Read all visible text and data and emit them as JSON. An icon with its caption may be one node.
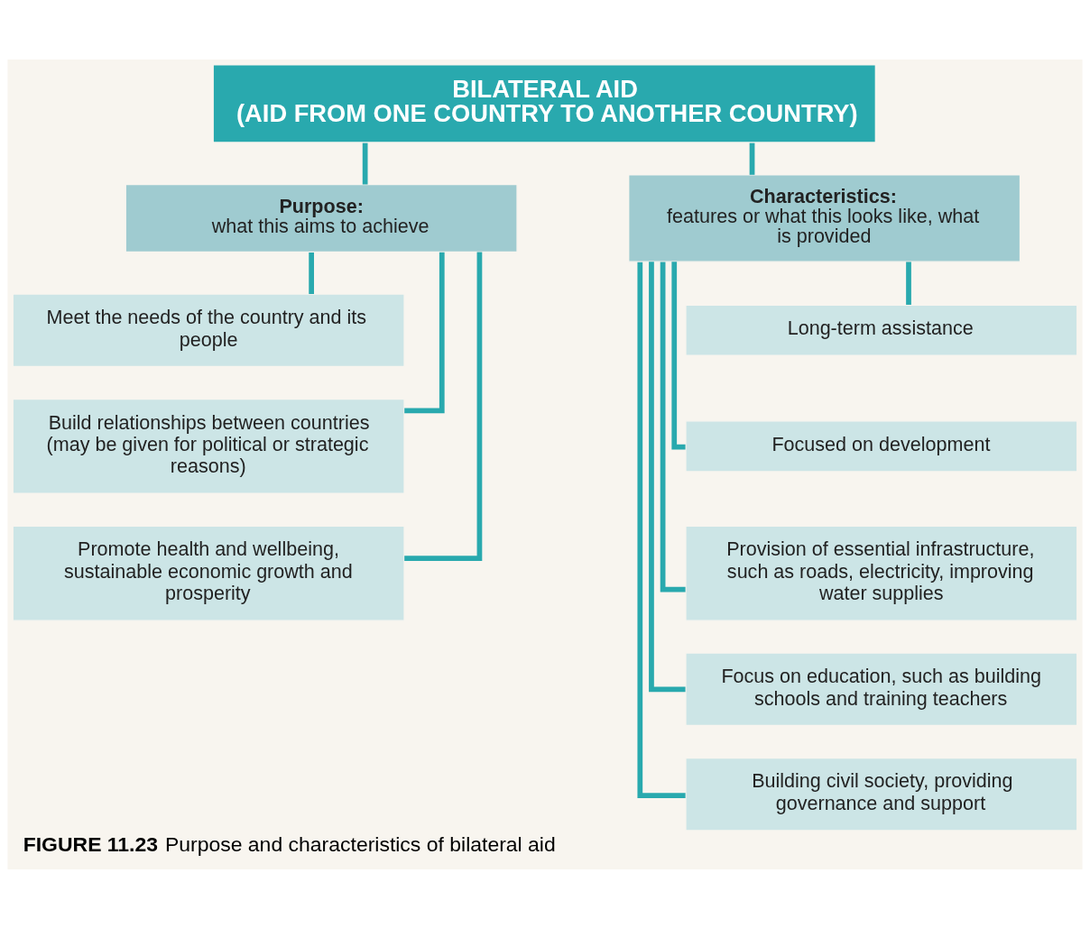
{
  "diagram": {
    "caption": "**FIGURE 11.23** Purpose and characteristics of bilateral aid",
    "nodes": [
      {
        "text": [
          "BILATERAL AID",
          "(AID FROM ONE COUNTRY TO ANOTHER COUNTRY)"
        ]
      },
      {
        "text": [
          "Purpose:",
          "what this aims to achieve"
        ]
      },
      {
        "text": [
          "Characteristics:",
          "features or what this looks like, what is provided"
        ]
      },
      {
        "text": [
          "Meet the needs of the country and its people"
        ]
      },
      {
        "text": [
          "Build relationships between countries (may be given for political or strategic reasons)"
        ]
      },
      {
        "text": [
          "Promote health and wellbeing, sustainable economic growth and prosperity"
        ]
      },
      {
        "text": [
          "Long-term assistance"
        ]
      },
      {
        "text": [
          "Focused on development"
        ]
      },
      {
        "text": [
          "Provision of essential infrastructure, such as roads, electricity, improving water supplies"
        ]
      },
      {
        "text": [
          "Focus on education, such as building schools and training teachers"
        ]
      },
      {
        "text": [
          "Building civil society, providing governance and support"
        ]
      }
    ],
    "edges": [
      {
        "from": 0,
        "to": 1,
        "arrow": "none"
      },
      {
        "from": 0,
        "to": 2,
        "arrow": "none"
      },
      {
        "from": 1,
        "to": 3,
        "arrow": "none"
      },
      {
        "from": 1,
        "to": 4,
        "arrow": "none"
      },
      {
        "from": 1,
        "to": 5,
        "arrow": "none"
      },
      {
        "from": 2,
        "to": 6,
        "arrow": "none"
      },
      {
        "from": 2,
        "to": 7,
        "arrow": "none"
      },
      {
        "from": 2,
        "to": 8,
        "arrow": "none"
      },
      {
        "from": 2,
        "to": 9,
        "arrow": "none"
      },
      {
        "from": 2,
        "to": 10,
        "arrow": "none"
      }
    ]
  }
}
